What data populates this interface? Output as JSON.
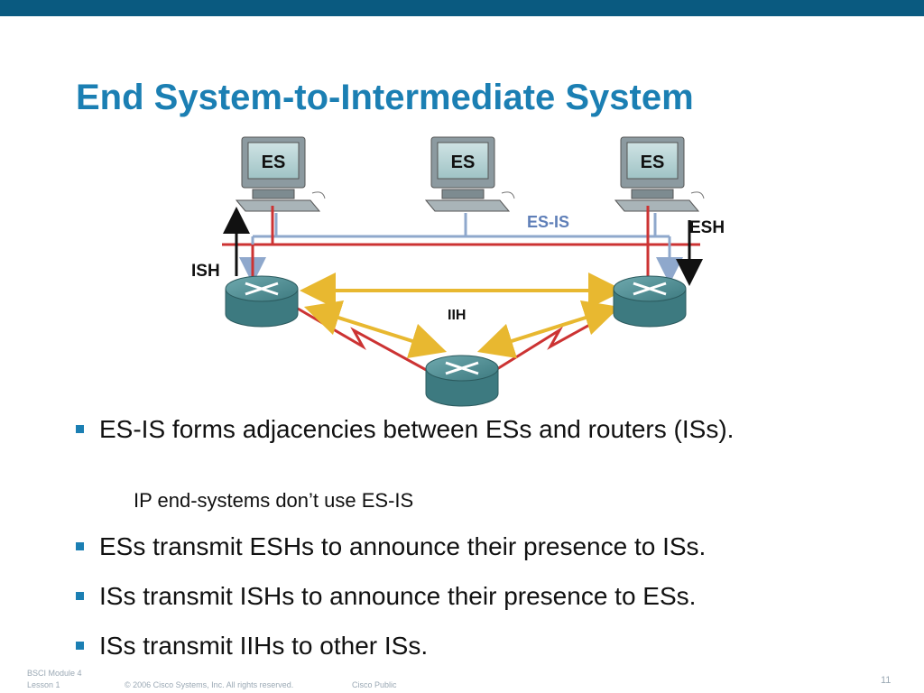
{
  "slide": {
    "title": "End System-to-Intermediate System",
    "page_number": "11"
  },
  "diagram": {
    "es_label": "ES",
    "esis_label": "ES-IS",
    "ish_label": "ISH",
    "esh_label": "ESH",
    "iih_label": "IIH"
  },
  "bullets": {
    "b1": "ES-IS forms adjacencies between ESs and routers (ISs).",
    "b1_sub": "IP end-systems don’t use ES-IS",
    "b2": "ESs transmit ESHs to announce their presence to ISs.",
    "b3": "ISs transmit ISHs to announce their presence to ESs.",
    "b4": "ISs transmit IIHs to other ISs."
  },
  "footer": {
    "module": "BSCI Module 4",
    "lesson": "Lesson 1",
    "copyright": "© 2006 Cisco Systems, Inc. All rights reserved.",
    "classification": "Cisco Public"
  },
  "colors": {
    "top_bar": "#0a5a80",
    "title": "#1b7fb3",
    "red_line": "#cc3333",
    "blue_line": "#8fa8cc",
    "iih_arrow": "#e8b830",
    "router": "#3d7a80"
  }
}
